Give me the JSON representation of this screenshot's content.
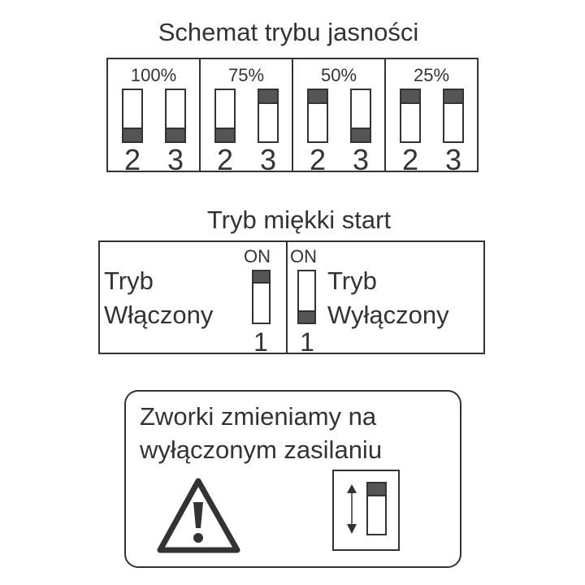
{
  "brightness": {
    "title": "Schemat trybu jasności",
    "modes": [
      {
        "label": "100%",
        "switches": [
          {
            "num": "2",
            "state": "down"
          },
          {
            "num": "3",
            "state": "down"
          }
        ]
      },
      {
        "label": "75%",
        "switches": [
          {
            "num": "2",
            "state": "down"
          },
          {
            "num": "3",
            "state": "up"
          }
        ]
      },
      {
        "label": "50%",
        "switches": [
          {
            "num": "2",
            "state": "up"
          },
          {
            "num": "3",
            "state": "down"
          }
        ]
      },
      {
        "label": "25%",
        "switches": [
          {
            "num": "2",
            "state": "up"
          },
          {
            "num": "3",
            "state": "up"
          }
        ]
      }
    ]
  },
  "softstart": {
    "title": "Tryb miękki start",
    "left": {
      "on_label": "ON",
      "line1": "Tryb",
      "line2": "Włączony",
      "num": "1",
      "state": "up"
    },
    "right": {
      "on_label": "ON",
      "line1": "Tryb",
      "line2": "Wyłączony",
      "num": "1",
      "state": "down"
    }
  },
  "warning": {
    "line1": "Zworki zmieniamy na",
    "line2": "wyłączonym zasilaniu",
    "icons": [
      "warning-triangle-icon",
      "dip-switch-toggle-icon"
    ]
  }
}
